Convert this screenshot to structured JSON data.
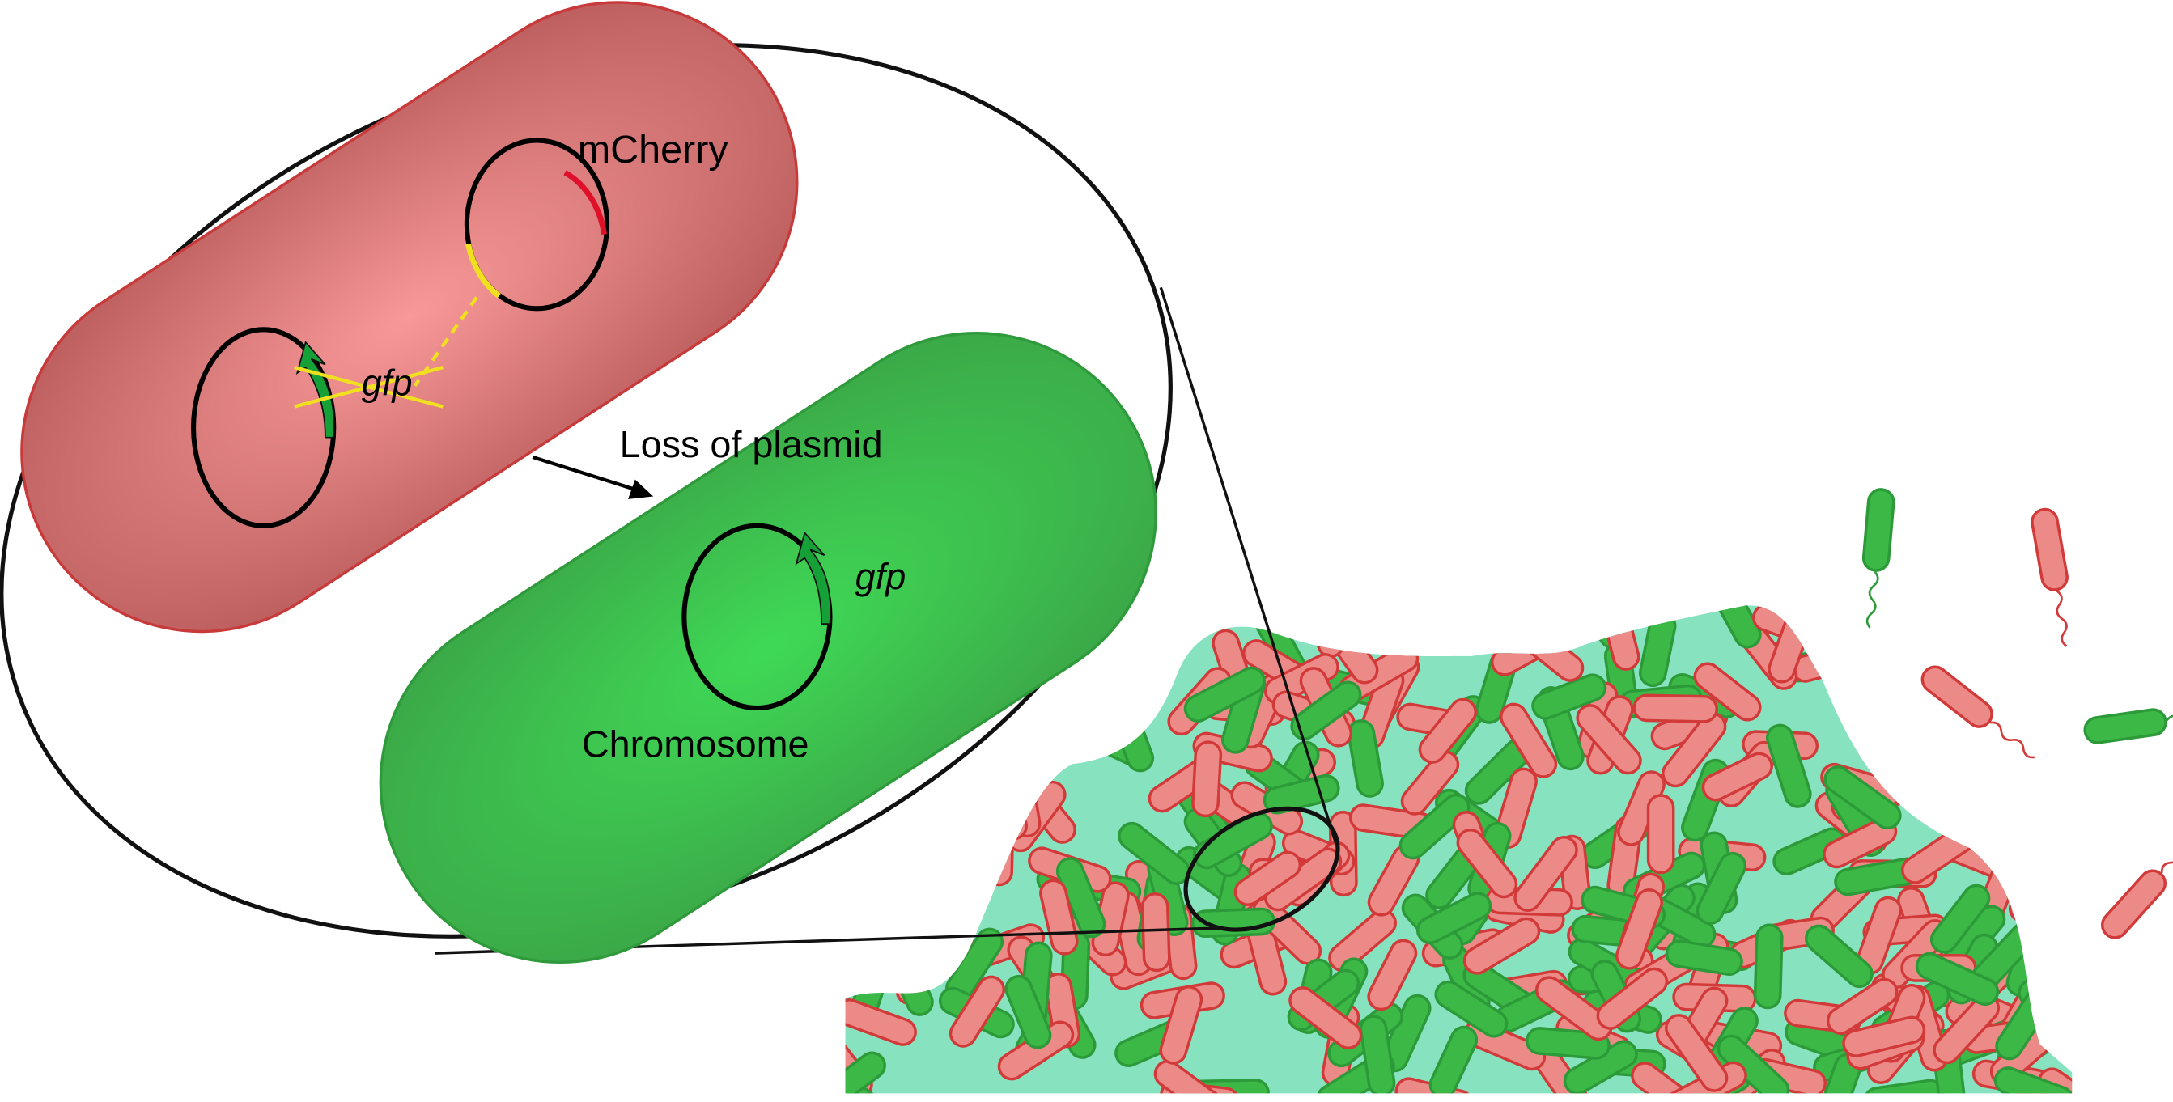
{
  "labels": {
    "plasmid_gene": "mCherry",
    "crossed_gene": "gfp",
    "process": "Loss of plasmid",
    "gene_after": "gfp",
    "chromosome": "Chromosome"
  },
  "colors": {
    "red_cell": "#e8807f",
    "red_outline": "#c83a3a",
    "green_cell": "#3dbf4a",
    "biofilm_matrix": "#86e2bf",
    "mcherry_marker": "#e0102a",
    "cross_marker": "#f0e020"
  }
}
